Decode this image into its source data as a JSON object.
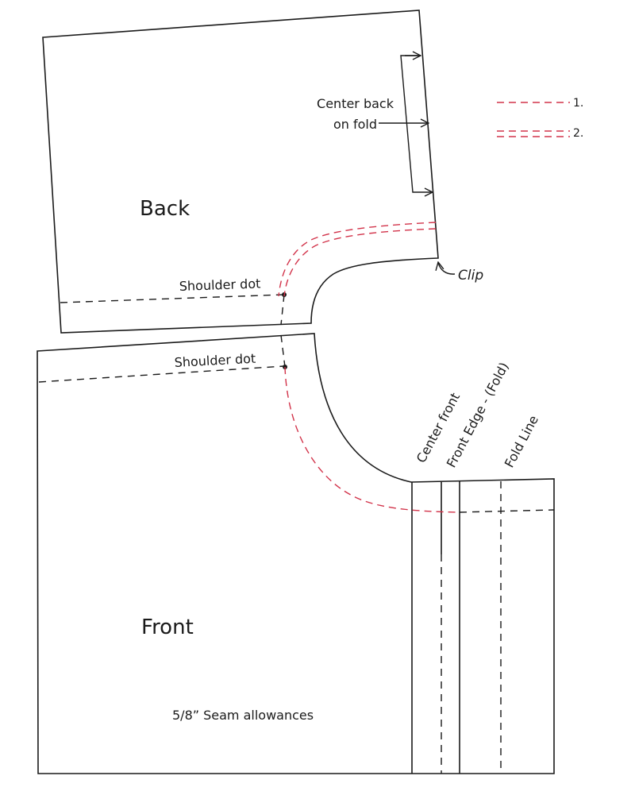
{
  "labels": {
    "back": "Back",
    "front": "Front",
    "center_back": "Center back",
    "on_fold": "on fold",
    "shoulder_dot_back": "Shoulder dot",
    "shoulder_dot_front": "Shoulder dot",
    "clip": "Clip",
    "center_front": "Center front",
    "front_edge": "Front Edge - (Fold)",
    "fold_line": "Fold Line",
    "seam_allowances": "5/8” Seam allowances"
  },
  "legend": [
    {
      "label": "1.",
      "style": "single-dashed-line"
    },
    {
      "label": "2.",
      "style": "double-dashed-line"
    }
  ],
  "colors": {
    "line": "#1a1a1a",
    "stitch": "#d2334a",
    "background": "#ffffff"
  }
}
